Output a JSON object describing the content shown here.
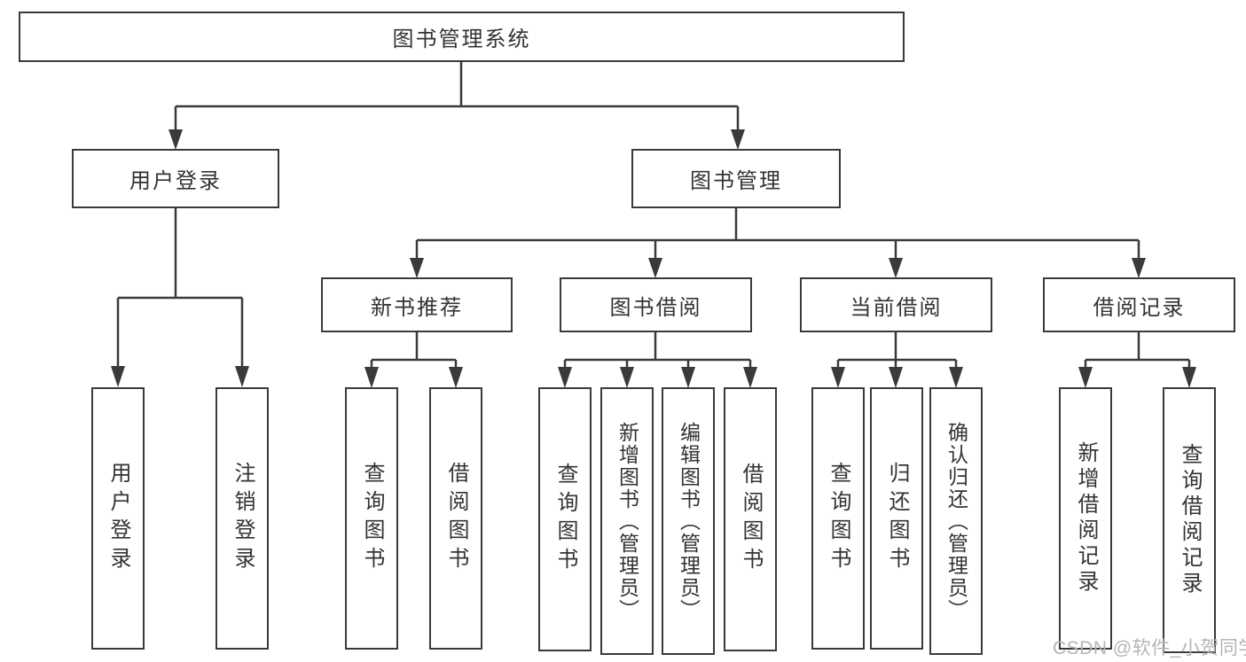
{
  "diagram": {
    "root": {
      "label": "图书管理系统"
    },
    "branches": [
      {
        "label": "用户登录",
        "children": [
          {
            "label": "用户登录"
          },
          {
            "label": "注销登录"
          }
        ]
      },
      {
        "label": "图书管理",
        "children": [
          {
            "label": "新书推荐",
            "children": [
              {
                "label": "查询图书"
              },
              {
                "label": "借阅图书"
              }
            ]
          },
          {
            "label": "图书借阅",
            "children": [
              {
                "label": "查询图书"
              },
              {
                "label": "新增图书（管理员）"
              },
              {
                "label": "编辑图书（管理员）"
              },
              {
                "label": "借阅图书"
              }
            ]
          },
          {
            "label": "当前借阅",
            "children": [
              {
                "label": "查询图书"
              },
              {
                "label": "归还图书"
              },
              {
                "label": "确认归还（管理员）"
              }
            ]
          },
          {
            "label": "借阅记录",
            "children": [
              {
                "label": "新增借阅记录"
              },
              {
                "label": "查询借阅记录"
              }
            ]
          }
        ]
      }
    ]
  },
  "watermark": {
    "text": "CSDN @软件_小贺同学"
  },
  "colors": {
    "line": "#3a3a3a",
    "text": "#333333",
    "watermark": "#b5b5b5"
  }
}
